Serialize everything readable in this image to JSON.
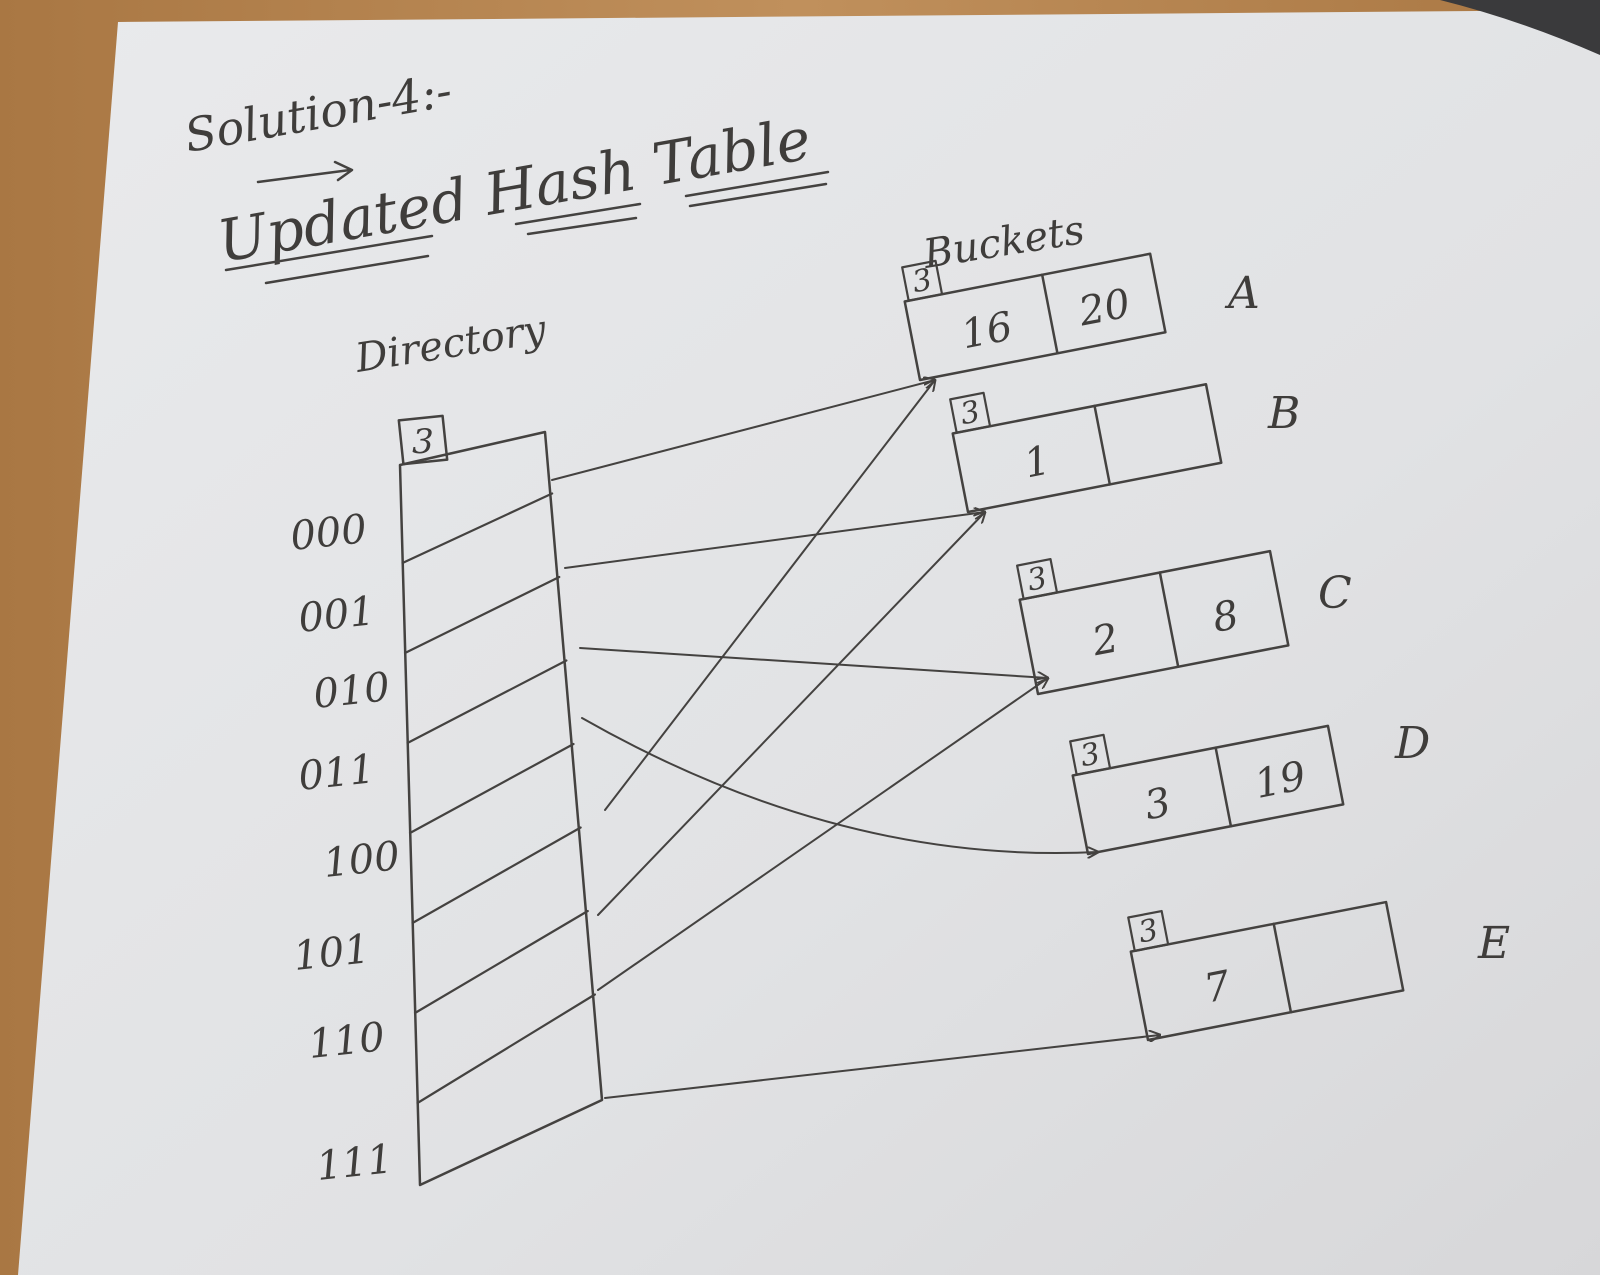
{
  "heading": {
    "line1": "Solution-4:-",
    "line2": "Updated Hash Table"
  },
  "directory": {
    "label": "Directory",
    "global_depth": "3",
    "entries": [
      {
        "bits": "000",
        "bucket": "A"
      },
      {
        "bits": "001",
        "bucket": "B"
      },
      {
        "bits": "010",
        "bucket": "C"
      },
      {
        "bits": "011",
        "bucket": "D"
      },
      {
        "bits": "100",
        "bucket": "A"
      },
      {
        "bits": "101",
        "bucket": "B"
      },
      {
        "bits": "110",
        "bucket": "C"
      },
      {
        "bits": "111",
        "bucket": "E"
      }
    ]
  },
  "buckets_label": "Buckets",
  "buckets": [
    {
      "name": "A",
      "local_depth": "3",
      "keys": [
        "16",
        "20"
      ]
    },
    {
      "name": "B",
      "local_depth": "3",
      "keys": [
        "1",
        ""
      ]
    },
    {
      "name": "C",
      "local_depth": "3",
      "keys": [
        "2",
        "8"
      ]
    },
    {
      "name": "D",
      "local_depth": "3",
      "keys": [
        "3",
        "19"
      ]
    },
    {
      "name": "E",
      "local_depth": "3",
      "keys": [
        "7",
        ""
      ]
    }
  ],
  "colors": {
    "table": "#b58552",
    "paper": "#e3e4e6",
    "ink": "#444240"
  }
}
